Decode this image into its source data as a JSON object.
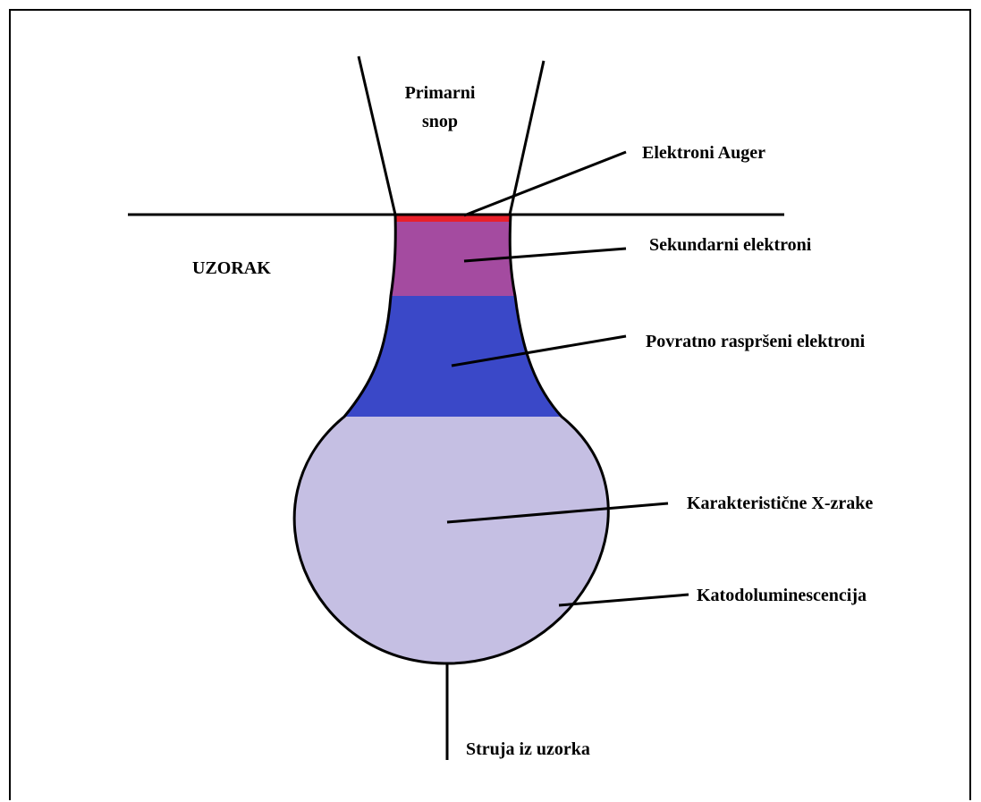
{
  "labels": {
    "primary_beam_line1": "Primarni",
    "primary_beam_line2": "snop",
    "auger_electrons": "Elektroni Auger",
    "secondary_electrons": "Sekundarni elektroni",
    "sample": "UZORAK",
    "backscattered_electrons": "Povratno raspršeni elektroni",
    "characteristic_xrays": "Karakteristične X-zrake",
    "cathodoluminescence": "Katodoluminescencija",
    "sample_current": "Struja iz uzorka"
  },
  "colors": {
    "auger_layer": "#e8202a",
    "secondary_layer": "#a44ba0",
    "backscatter_layer": "#3a48c8",
    "xray_layer": "#c5bfe3",
    "outline": "#000000"
  }
}
